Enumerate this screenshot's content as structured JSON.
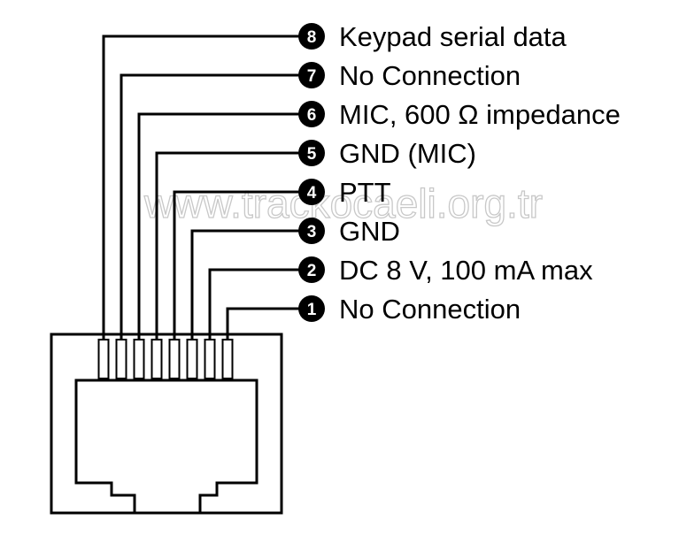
{
  "title": "Modular jack pin assignment",
  "watermark": "www.trackocaeli.org.tr",
  "pins": [
    {
      "number": "1",
      "label": "No Connection"
    },
    {
      "number": "2",
      "label": "DC 8 V, 100 mA max"
    },
    {
      "number": "3",
      "label": "GND"
    },
    {
      "number": "4",
      "label": "PTT"
    },
    {
      "number": "5",
      "label": "GND (MIC)"
    },
    {
      "number": "6",
      "label": "MIC, 600 Ω impedance"
    },
    {
      "number": "7",
      "label": "No Connection"
    },
    {
      "number": "8",
      "label": "Keypad serial data"
    }
  ],
  "colors": {
    "line": "#000000",
    "background": "#ffffff",
    "watermark": "#c8c8c8"
  }
}
